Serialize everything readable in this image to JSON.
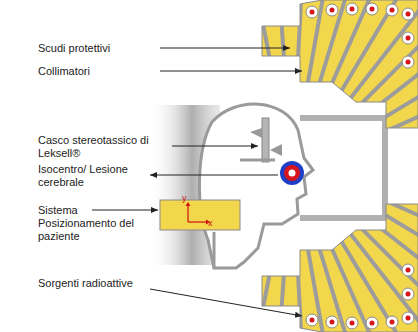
{
  "diagram": {
    "labels": [
      "Scudi protettivi",
      "Collimatori",
      "Casco stereotassico di Leksell®",
      "Isocentro/ Lesione cerebrale",
      "Sistema Posizionamento del paziente",
      "Sorgenti radioattive",
      "x",
      "y"
    ]
  }
}
